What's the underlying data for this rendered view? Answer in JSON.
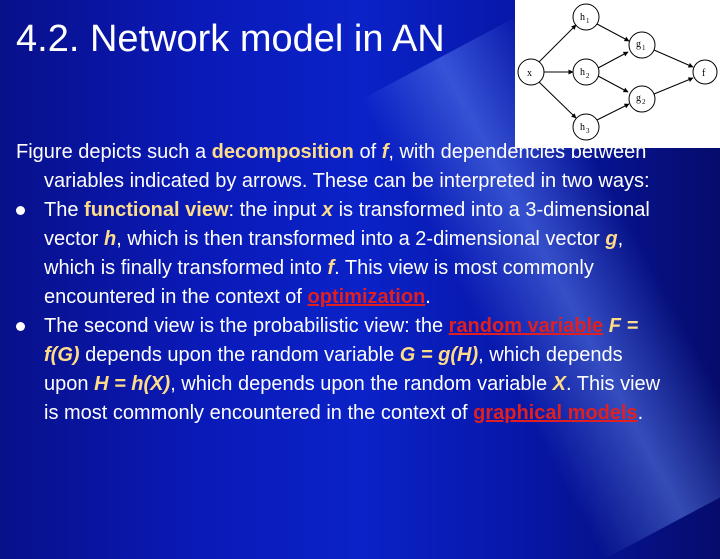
{
  "slide": {
    "title": "4.2. Network model in AN"
  },
  "figure": {
    "nodes": {
      "x": "x",
      "h1": "h",
      "h1_sub": "1",
      "h2": "h",
      "h2_sub": "2",
      "h3": "h",
      "h3_sub": "3",
      "g1": "g",
      "g1_sub": "1",
      "g2": "g",
      "g2_sub": "2",
      "f": "f"
    }
  },
  "intro": {
    "t1": "Figure depicts such a ",
    "decomposition": "decomposition",
    "t2": " of ",
    "f": "f",
    "t3": ", with dependencies between variables indicated by arrows. These can be interpreted in two ways:"
  },
  "bullet1": {
    "t1": "The ",
    "functional_view": "functional view",
    "t2": ": the input ",
    "x": "x",
    "t3": " is transformed into a 3-dimensional vector ",
    "h": "h",
    "t4": ", which is then transformed into a 2-dimensional vector ",
    "g": "g",
    "t5": ", which is finally transformed into ",
    "f": "f",
    "t6": ". This view is most commonly encountered in the context of ",
    "optimization": "optimization",
    "t7": "."
  },
  "bullet2": {
    "t1": "The second view is the probabilistic view: the ",
    "random_variable": "random variable",
    "t2": " ",
    "F": "F = f(G)",
    "t3": " depends upon the random variable ",
    "G": "G = g(H)",
    "t4": ", which depends upon ",
    "H": "H = h(X)",
    "t5": ", which depends upon the random variable ",
    "X": "X",
    "t6": ". This view is most commonly encountered in the context of ",
    "graphical_models": "graphical models",
    "t7": "."
  },
  "colors": {
    "background": "#0b22c8",
    "text": "#ffffff",
    "highlight": "#ffdd88",
    "link": "#e02020"
  }
}
